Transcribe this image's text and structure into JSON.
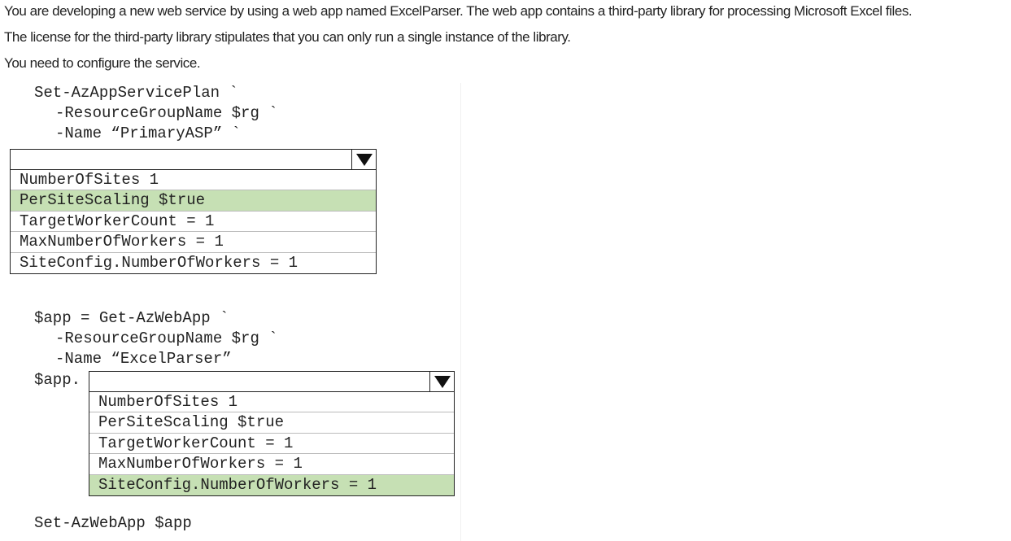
{
  "intro": {
    "line1": "You are developing a new web service by using a web app named ExcelParser. The web app contains a third-party library for processing Microsoft Excel files.",
    "line2": "The license for the third-party library stipulates that you can only run a single instance of the library.",
    "line3": "You need to configure the service."
  },
  "code": {
    "plan_cmd": "Set-AzAppServicePlan `",
    "plan_rg": "-ResourceGroupName $rg `",
    "plan_name": "-Name “PrimaryASP” `",
    "app_cmd": "$app = Get-AzWebApp `",
    "app_rg": "-ResourceGroupName $rg `",
    "app_name": "-Name “ExcelParser”",
    "app_prefix": "$app.",
    "final_cmd": "Set-AzWebApp $app"
  },
  "dropdown1": {
    "selected_value": "",
    "options": [
      {
        "label": "NumberOfSites 1",
        "selected": false
      },
      {
        "label": "PerSiteScaling $true",
        "selected": true
      },
      {
        "label": "TargetWorkerCount = 1",
        "selected": false
      },
      {
        "label": "MaxNumberOfWorkers = 1",
        "selected": false
      },
      {
        "label": "SiteConfig.NumberOfWorkers = 1",
        "selected": false
      }
    ]
  },
  "dropdown2": {
    "selected_value": "",
    "options": [
      {
        "label": "NumberOfSites 1",
        "selected": false
      },
      {
        "label": "PerSiteScaling $true",
        "selected": false
      },
      {
        "label": "TargetWorkerCount = 1",
        "selected": false
      },
      {
        "label": "MaxNumberOfWorkers = 1",
        "selected": false
      },
      {
        "label": "SiteConfig.NumberOfWorkers = 1",
        "selected": true
      }
    ]
  },
  "colors": {
    "selected_highlight": "#c6e0b4",
    "border": "#222222",
    "text": "#222222"
  },
  "icons": {
    "dropdown_arrow": "triangle-down-icon"
  }
}
